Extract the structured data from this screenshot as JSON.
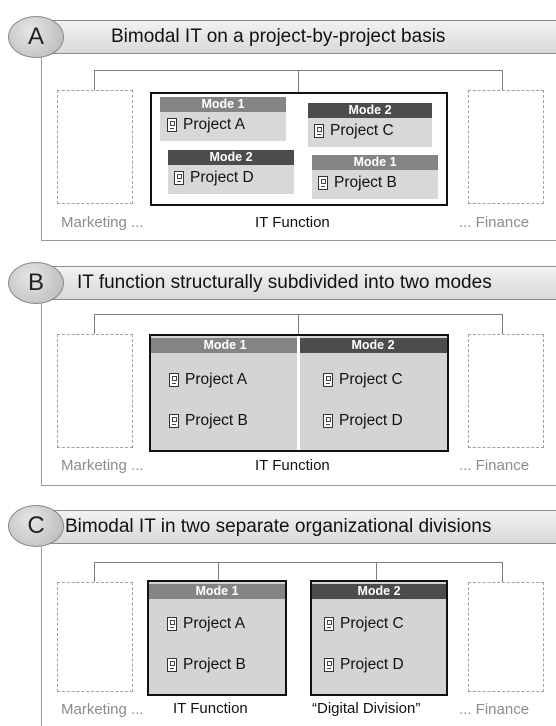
{
  "panels": [
    {
      "letter": "A",
      "title": "Bimodal IT  on a project-by-project basis",
      "left_dept": "Marketing ...",
      "right_dept": "... Finance",
      "function_label": "IT Function",
      "cards": [
        {
          "mode": "Mode 1",
          "project": "Project A"
        },
        {
          "mode": "Mode 2",
          "project": "Project C"
        },
        {
          "mode": "Mode 2",
          "project": "Project D"
        },
        {
          "mode": "Mode 1",
          "project": "Project B"
        }
      ]
    },
    {
      "letter": "B",
      "title": "IT function structurally subdivided into two modes",
      "left_dept": "Marketing ...",
      "right_dept": "... Finance",
      "function_label": "IT Function",
      "columns": [
        {
          "mode": "Mode 1",
          "projects": [
            "Project A",
            "Project B"
          ]
        },
        {
          "mode": "Mode 2",
          "projects": [
            "Project C",
            "Project D"
          ]
        }
      ]
    },
    {
      "letter": "C",
      "title": "Bimodal IT  in two separate organizational divisions",
      "left_dept": "Marketing ...",
      "right_dept": "... Finance",
      "divisions": [
        {
          "label": "IT Function",
          "mode": "Mode 1",
          "projects": [
            "Project A",
            "Project B"
          ]
        },
        {
          "label": "“Digital Division”",
          "mode": "Mode 2",
          "projects": [
            "Project C",
            "Project D"
          ]
        }
      ]
    }
  ],
  "colors": {
    "mode1": "#848484",
    "mode2": "#4c4c4c",
    "card_fill": "#d8d8d8",
    "header_fill": "#e4e4e4"
  },
  "icons": {
    "project": "document-icon"
  }
}
